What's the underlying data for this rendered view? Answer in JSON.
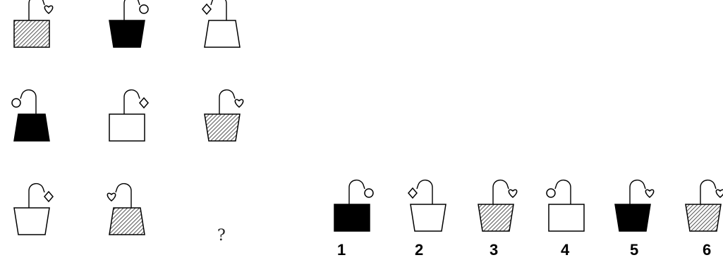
{
  "matrix": [
    {
      "pot": "square",
      "fill": "hatched",
      "flower": "heart",
      "stem": "right"
    },
    {
      "pot": "trapezoid",
      "fill": "black",
      "flower": "circle",
      "stem": "right"
    },
    {
      "pot": "flared",
      "fill": "white",
      "flower": "diamond",
      "stem": "left"
    },
    {
      "pot": "flared",
      "fill": "black",
      "flower": "circle",
      "stem": "left"
    },
    {
      "pot": "square",
      "fill": "white",
      "flower": "diamond",
      "stem": "right"
    },
    {
      "pot": "trapezoid",
      "fill": "hatched",
      "flower": "heart",
      "stem": "right"
    },
    {
      "pot": "trapezoid",
      "fill": "white",
      "flower": "diamond",
      "stem": "right"
    },
    {
      "pot": "flared",
      "fill": "hatched",
      "flower": "heart",
      "stem": "left"
    }
  ],
  "missing_label": "?",
  "options": [
    {
      "label": "1",
      "pot": "square",
      "fill": "black",
      "flower": "circle",
      "stem": "right"
    },
    {
      "label": "2",
      "pot": "trapezoid",
      "fill": "white",
      "flower": "diamond",
      "stem": "left"
    },
    {
      "label": "3",
      "pot": "trapezoid",
      "fill": "hatched",
      "flower": "heart",
      "stem": "right"
    },
    {
      "label": "4",
      "pot": "square",
      "fill": "white",
      "flower": "circle",
      "stem": "left"
    },
    {
      "label": "5",
      "pot": "trapezoid",
      "fill": "black",
      "flower": "heart",
      "stem": "right"
    },
    {
      "label": "6",
      "pot": "trapezoid",
      "fill": "hatched",
      "flower": "heart",
      "stem": "right"
    }
  ]
}
